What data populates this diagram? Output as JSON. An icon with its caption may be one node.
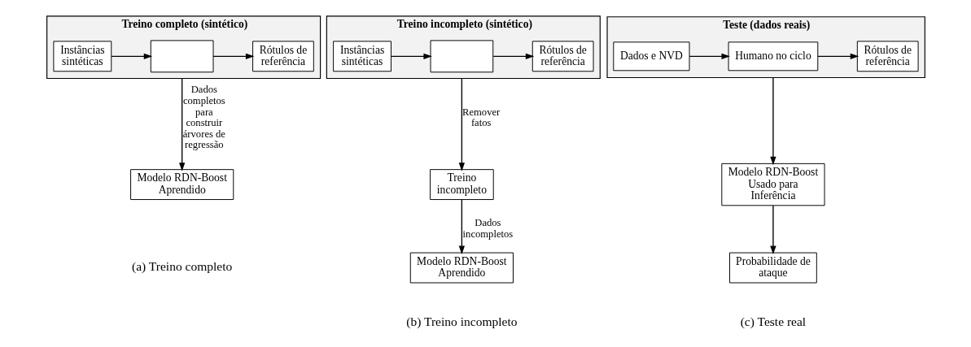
{
  "diagram": {
    "nodes": [
      {
        "text": [
          "Treino completo (sintético)"
        ]
      },
      {
        "text": [
          "Instâncias sintéticas"
        ],
        "in": 0
      },
      {
        "text": [],
        "shape": "box",
        "in": 0
      },
      {
        "text": [
          "Rótulos de referência"
        ],
        "in": 0
      },
      {
        "text": [
          "Modelo RDN-Boost Aprendido"
        ]
      },
      {
        "text": [
          "Treino incompleto (sintético)"
        ]
      },
      {
        "text": [
          "Instâncias sintéticas"
        ],
        "in": 5
      },
      {
        "text": [],
        "shape": "box",
        "in": 5
      },
      {
        "text": [
          "Rótulos de referência"
        ],
        "in": 5
      },
      {
        "text": [
          "Treino incompleto"
        ]
      },
      {
        "text": [
          "Modelo RDN-Boost Aprendido"
        ]
      },
      {
        "text": [
          "Teste (dados reais)"
        ]
      },
      {
        "text": [
          "Dados e NVD"
        ],
        "in": 11
      },
      {
        "text": [
          "Humano no ciclo"
        ],
        "in": 11
      },
      {
        "text": [
          "Rótulos de referência"
        ],
        "in": 11
      },
      {
        "text": [
          "Modelo RDN-Boost Usado para Inferência"
        ]
      },
      {
        "text": [
          "Probabilidade de ataque"
        ]
      }
    ],
    "edges": [
      {
        "from": 1,
        "to": 2,
        "arrow": "to"
      },
      {
        "from": 2,
        "to": 3,
        "arrow": "to"
      },
      {
        "from": 0,
        "to": 4,
        "arrow": "to",
        "label": "Dados completos para construir árvores de regressão"
      },
      {
        "from": 6,
        "to": 7,
        "arrow": "to"
      },
      {
        "from": 7,
        "to": 8,
        "arrow": "to"
      },
      {
        "from": 5,
        "to": 9,
        "arrow": "to",
        "label": "Remover fatos"
      },
      {
        "from": 9,
        "to": 10,
        "arrow": "to",
        "label": "Dados incompletos"
      },
      {
        "from": 12,
        "to": 13,
        "arrow": "to"
      },
      {
        "from": 13,
        "to": 14,
        "arrow": "to"
      },
      {
        "from": 11,
        "to": 15,
        "arrow": "to"
      },
      {
        "from": 15,
        "to": 16,
        "arrow": "to"
      }
    ],
    "labels": [
      "(a) Treino completo",
      "(b) Treino incompleto",
      "(c) Teste real"
    ]
  }
}
